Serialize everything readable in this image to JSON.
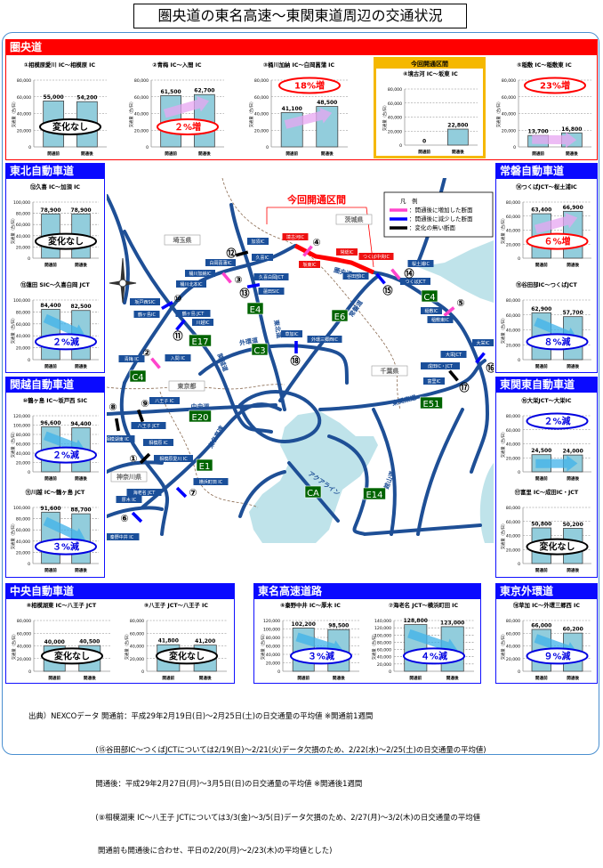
{
  "title": "圏央道の東名高速～東関東道周辺の交通状況",
  "common": {
    "before": "開通前",
    "after": "開通後",
    "ylabel": "交通量（台/日）"
  },
  "colors": {
    "increase": "#ff0000",
    "decrease": "#0000e0",
    "nochange": "#000000",
    "bar": "#92cddc",
    "kenodo_header": "#ff0000",
    "section_header": "#0a0aff",
    "new_section": "#f5b800"
  },
  "sections": {
    "kenodo": "圏央道",
    "tohoku": "東北自動車道",
    "kanetsu": "関越自動車道",
    "joban": "常磐自動車道",
    "higashikanto": "東関東自動車道",
    "chuo": "中央自動車道",
    "tomei": "東名高速道路",
    "gaikan": "東京外環道"
  },
  "new_section_label": "今回開通区間",
  "charts": {
    "c1": {
      "title": "①相模原愛川 IC～相模原 IC",
      "ymax": 80000,
      "step": 20000,
      "before": 55000,
      "after": 54200,
      "badge": "変化なし",
      "trend": "nochange"
    },
    "c2": {
      "title": "②青梅 IC～入間 IC",
      "ymax": 80000,
      "step": 20000,
      "before": 61500,
      "after": 62700,
      "badge": "２%増",
      "trend": "increase"
    },
    "c3": {
      "title": "③桶川加納 IC～白岡菖蒲 IC",
      "ymax": 80000,
      "step": 20000,
      "before": 41100,
      "after": 48500,
      "badge": "18%増",
      "trend": "increase"
    },
    "c4": {
      "title": "④境古河 IC～坂東 IC",
      "ymax": 80000,
      "step": 20000,
      "before": 0,
      "after": 22800,
      "badge": "",
      "trend": "new"
    },
    "c5": {
      "title": "⑤稲敷 IC～稲敷東 IC",
      "ymax": 80000,
      "step": 20000,
      "before": 13700,
      "after": 16800,
      "badge": "23%増",
      "trend": "increase"
    },
    "c12": {
      "title": "⑫久喜 IC～加須 IC",
      "ymax": 100000,
      "step": 20000,
      "before": 78900,
      "after": 78900,
      "badge": "変化なし",
      "trend": "nochange"
    },
    "c13": {
      "title": "⑬蓮田 SIC～久喜白岡 JCT",
      "ymax": 100000,
      "step": 20000,
      "before": 84400,
      "after": 82500,
      "badge": "２%減",
      "trend": "decrease"
    },
    "c10": {
      "title": "⑩鶴ヶ島 IC～坂戸西 SIC",
      "ymax": 120000,
      "step": 20000,
      "before": 96600,
      "after": 94400,
      "badge": "２%減",
      "trend": "decrease"
    },
    "c11": {
      "title": "⑪川越 IC～鶴ヶ島 JCT",
      "ymax": 100000,
      "step": 20000,
      "before": 91600,
      "after": 88700,
      "badge": "３%減",
      "trend": "decrease"
    },
    "c14": {
      "title": "⑭つくばJCT～桜土浦IC",
      "ymax": 80000,
      "step": 20000,
      "before": 63400,
      "after": 66900,
      "badge": "６%増",
      "trend": "increase"
    },
    "c15": {
      "title": "⑮谷田部IC～つくばJCT",
      "ymax": 80000,
      "step": 20000,
      "before": 62900,
      "after": 57700,
      "badge": "８%減",
      "trend": "decrease"
    },
    "c16": {
      "title": "⑯大栄JCT～大栄IC",
      "ymax": 80000,
      "step": 20000,
      "before": 24500,
      "after": 24000,
      "badge": "２%減",
      "trend": "decrease"
    },
    "c17": {
      "title": "⑰富里 IC～成田IC・JCT",
      "ymax": 80000,
      "step": 20000,
      "before": 50800,
      "after": 50200,
      "badge": "変化なし",
      "trend": "nochange"
    },
    "c8": {
      "title": "⑧相模湖東 IC～八王子 JCT",
      "ymax": 80000,
      "step": 20000,
      "before": 40000,
      "after": 40500,
      "badge": "変化なし",
      "trend": "nochange"
    },
    "c9": {
      "title": "⑨八王子 JCT～八王子 IC",
      "ymax": 80000,
      "step": 20000,
      "before": 41800,
      "after": 41200,
      "badge": "変化なし",
      "trend": "nochange"
    },
    "c6": {
      "title": "⑥秦野中井 IC～厚木 IC",
      "ymax": 120000,
      "step": 20000,
      "before": 102200,
      "after": 98500,
      "badge": "３%減",
      "trend": "decrease"
    },
    "c7": {
      "title": "⑦海老名 JCT～横浜町田 IC",
      "ymax": 140000,
      "step": 20000,
      "before": 128800,
      "after": 123000,
      "badge": "４%減",
      "trend": "decrease"
    },
    "c18": {
      "title": "⑱草加 IC～外環三郷西 IC",
      "ymax": 80000,
      "step": 20000,
      "before": 66000,
      "after": 60200,
      "badge": "９%減",
      "trend": "decrease"
    }
  },
  "map": {
    "section_title": "今回開通区間",
    "legend": {
      "title": "凡　例",
      "items": [
        {
          "label": "：開通後に増加した断面",
          "color": "#ff44cc"
        },
        {
          "label": "：開通後に減少した断面",
          "color": "#0000ff"
        },
        {
          "label": "：変化の無い断面",
          "color": "#000000"
        }
      ]
    },
    "prefectures": [
      "埼玉県",
      "茨城県",
      "千葉県",
      "東京都",
      "神奈川県"
    ],
    "ic_labels": [
      "加須IC",
      "久喜IC",
      "白岡菖蒲IC",
      "桶川加納IC",
      "桶川北本IC",
      "久喜白岡JCT",
      "蓮田SIC",
      "坂戸西SIC",
      "鶴ヶ島IC",
      "鶴ヶ島 JCT",
      "川越IC",
      "青梅 IC",
      "入間 IC",
      "草加IC",
      "外環三郷西IC",
      "谷田部IC",
      "桜土浦IC",
      "つくばJCT",
      "稲敷IC",
      "稲敷東IC",
      "大栄JCT",
      "大栄IC",
      "成田IC・JCT",
      "富里IC",
      "八王子 IC",
      "八王子 JCT",
      "相模湖東 IC",
      "相模原 IC",
      "相模原愛川 IC",
      "横浜町田 IC",
      "海老名 JCT",
      "厚木 IC",
      "秦野中井 IC"
    ],
    "new_ic_labels": [
      "境古河IC",
      "坂東IC",
      "常総IC",
      "つくば中央IC"
    ],
    "shields": [
      "C4",
      "C4",
      "E4",
      "E17",
      "C3",
      "E6",
      "E20",
      "E1",
      "CA",
      "E14",
      "E51"
    ],
    "numbers": [
      "②",
      "④",
      "③",
      "⑫",
      "⑬",
      "⑩",
      "⑪",
      "⑭",
      "⑮",
      "⑤",
      "⑯",
      "⑰",
      "⑱",
      "⑧",
      "⑨",
      "①",
      "⑦",
      "⑥"
    ],
    "marker_types": [
      "increase",
      "increase",
      "increase",
      "nochange",
      "decrease",
      "decrease",
      "decrease",
      "increase",
      "decrease",
      "increase",
      "decrease",
      "nochange",
      "decrease",
      "nochange",
      "nochange",
      "nochange",
      "decrease",
      "decrease"
    ],
    "road_names": [
      "圏央道",
      "常磐道",
      "東北道",
      "外環道",
      "関越道",
      "中央道",
      "東名高速",
      "東関東道",
      "アクアライン",
      "館山道"
    ]
  },
  "footer": [
    "出典）NEXCOデータ 開通前：平成29年2月19日(日)～2月25日(土)の日交通量の平均値 ※開通前1週間",
    "　　　　　　　　　(⑮谷田部IC～つくばJCTについては2/19(日)～2/21(火)データ欠損のため、2/22(水)～2/25(土)の日交通量の平均値)",
    "　　　　　　　　　開通後：平成29年2月27日(月)～3月5日(日)の日交通量の平均値 ※開通後1週間",
    "　　　　　　　　　(⑧相模湖東 IC～八王子 JCTについては3/3(金)～3/5(日)データ欠損のため、2/27(月)～3/2(木)の日交通量の平均値",
    "　　　　　　　　　 開通前も開通後に合わせ、平日の2/20(月)～2/23(木)の平均値とした)"
  ]
}
